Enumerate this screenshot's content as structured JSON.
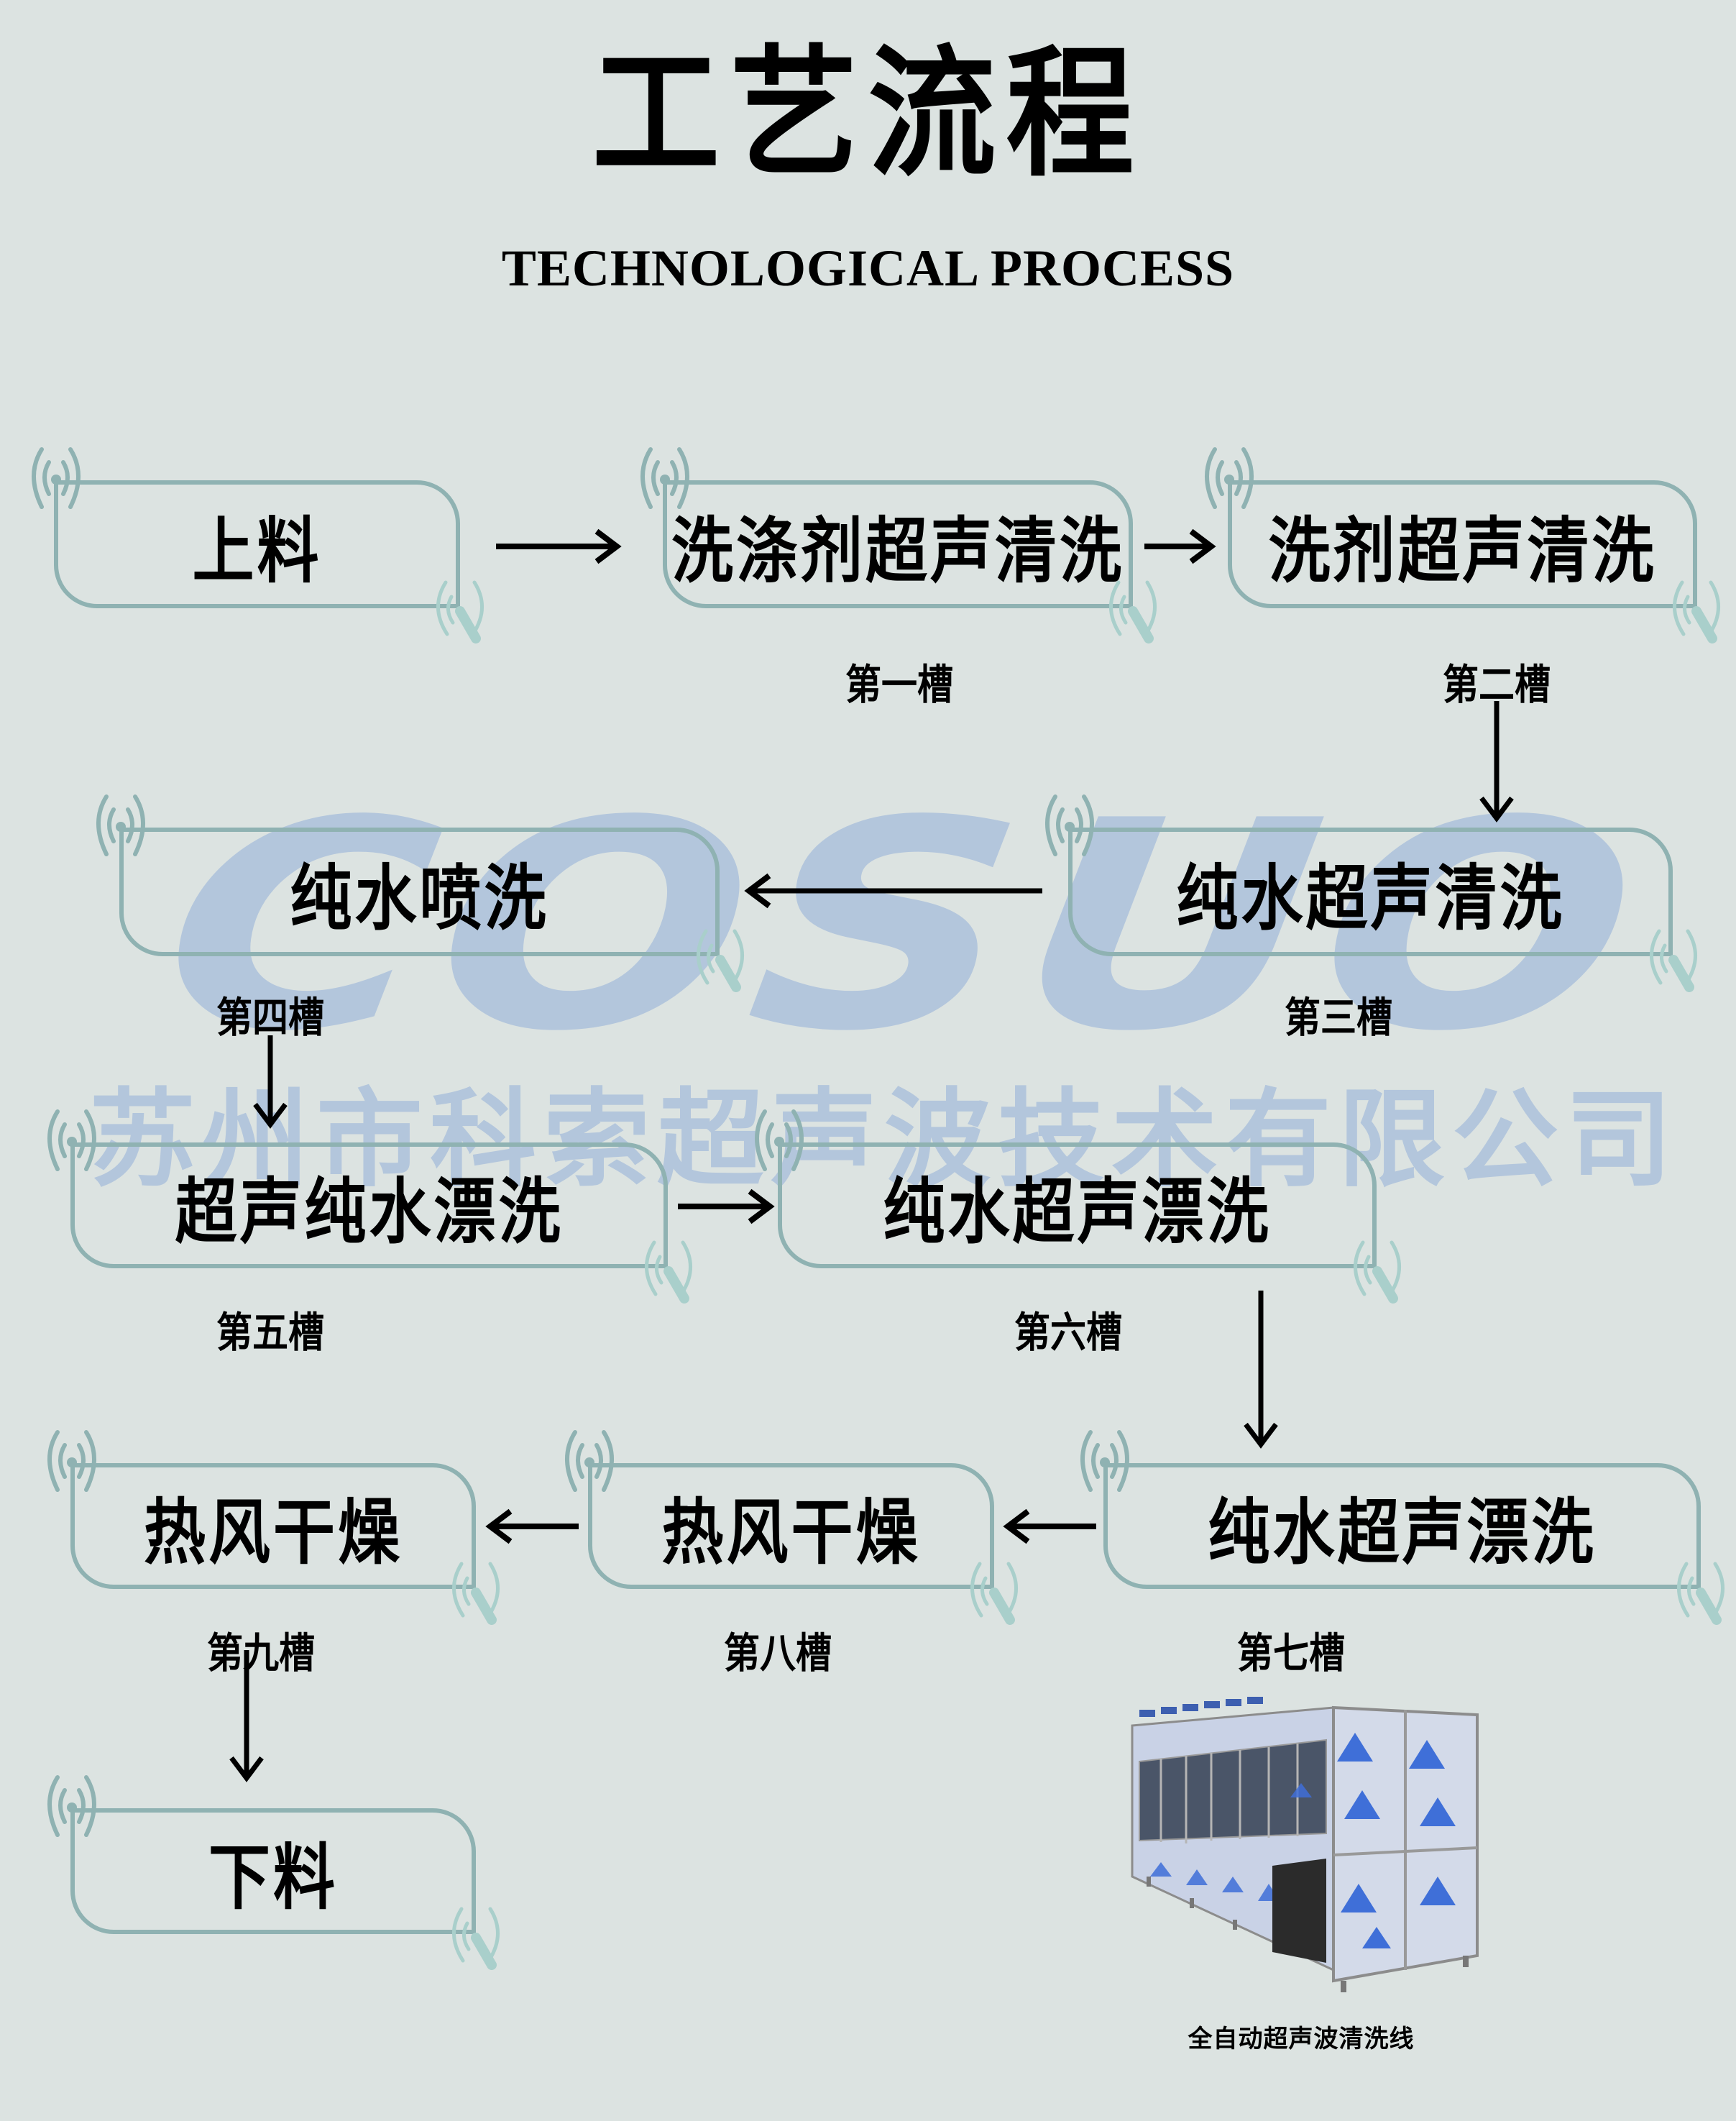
{
  "header": {
    "title": "工艺流程",
    "subtitle": "TECHNOLOGICAL PROCESS"
  },
  "watermark": {
    "logo": "COSUO",
    "company": "苏州市科索超声波技术有限公司"
  },
  "steps": [
    {
      "label": "上料",
      "slot": ""
    },
    {
      "label": "洗涤剂超声清洗",
      "slot": "第一槽"
    },
    {
      "label": "洗剂超声清洗",
      "slot": "第二槽"
    },
    {
      "label": "纯水超声清洗",
      "slot": "第三槽"
    },
    {
      "label": "纯水喷洗",
      "slot": "第四槽"
    },
    {
      "label": "超声纯水漂洗",
      "slot": "第五槽"
    },
    {
      "label": "纯水超声漂洗",
      "slot": "第六槽"
    },
    {
      "label": "纯水超声漂洗",
      "slot": "第七槽"
    },
    {
      "label": "热风干燥",
      "slot": "第八槽"
    },
    {
      "label": "热风干燥",
      "slot": "第九槽"
    },
    {
      "label": "下料",
      "slot": ""
    }
  ],
  "product": {
    "caption": "全自动超声波清洗线"
  },
  "colors": {
    "background": "#dce3e1",
    "box_border": "#8fb2b2",
    "watermark": "#b3c6dc",
    "text": "#000000"
  }
}
